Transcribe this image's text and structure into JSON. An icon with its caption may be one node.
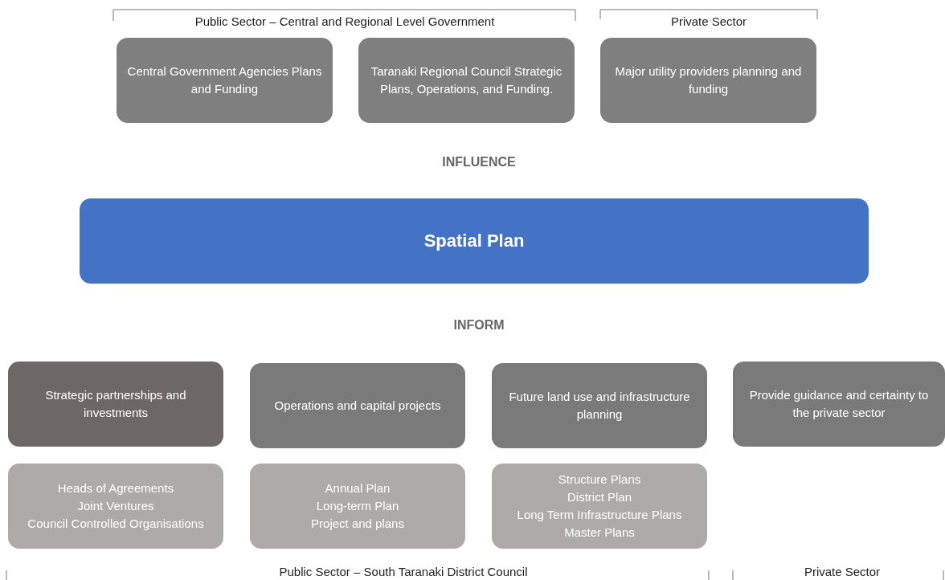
{
  "diagram": {
    "nodes": [
      {
        "text": [
          "Central Government Agencies Plans and Funding"
        ]
      },
      {
        "text": [
          "Taranaki Regional Council Strategic Plans, Operations, and Funding."
        ]
      },
      {
        "text": [
          "Major utility providers planning and funding"
        ]
      },
      {
        "text": [
          "Spatial Plan"
        ]
      },
      {
        "text": [
          "Strategic partnerships and investments"
        ]
      },
      {
        "text": [
          "Operations and capital projects"
        ]
      },
      {
        "text": [
          "Future land use and infrastructure planning"
        ]
      },
      {
        "text": [
          "Provide guidance and certainty to the private sector"
        ]
      },
      {
        "text": [
          "Heads of Agreements",
          "Joint Ventures",
          "Council Controlled Organisations"
        ]
      },
      {
        "text": [
          "Annual Plan",
          "Long-term Plan",
          "Project and plans"
        ]
      },
      {
        "text": [
          "Structure Plans",
          "District Plan",
          "Long Term Infrastructure Plans",
          "Master Plans"
        ]
      }
    ],
    "labels": [
      "Public Sector – Central and Regional Level Government",
      "Private Sector",
      "INFLUENCE",
      "INFORM",
      "Public Sector – South Taranaki District Council",
      "Private Sector"
    ]
  }
}
